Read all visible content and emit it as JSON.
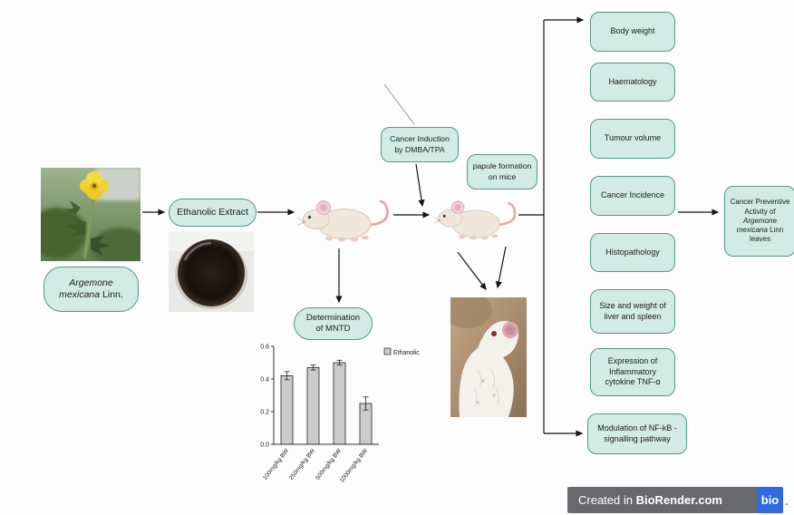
{
  "boxes": {
    "plant_italic": "Argemone mexicana",
    "plant_regular": "Linn.",
    "ethanolic_extract": "Ethanolic Extract",
    "mntd_l1": "Determination",
    "mntd_l2": "of MNTD",
    "cancer_induction_l1": "Cancer Induction",
    "cancer_induction_l2": "by DMBA/TPA",
    "papule_l1": "papule formation",
    "papule_l2": "on mice",
    "final_l1": "Cancer Preventive Activity of",
    "final_italic": "Argemone mexicana",
    "final_l2": "Linn leaves"
  },
  "outcomes": [
    "Body weight",
    "Haematology",
    "Tumour volume",
    "Cancer Incidence",
    "Histopathology",
    "Size and weight of liver and spleen",
    "Expression of Inflammatory cytokine TNF-α",
    "Modulation of NF-kB -signalling pathway"
  ],
  "badge": {
    "prefix": "Created in",
    "brand": "BioRender.com",
    "logo": "bio",
    "period": "."
  },
  "chart_data": {
    "type": "bar",
    "title": "",
    "xlabel": "",
    "ylabel": "",
    "categories": [
      "100mg/kg BW",
      "250mg/kg BW",
      "500mg/kg BW",
      "1000mg/kg BW"
    ],
    "values": [
      0.42,
      0.47,
      0.5,
      0.25
    ],
    "errors": [
      0.025,
      0.015,
      0.015,
      0.04
    ],
    "legend": [
      "Ethanolic"
    ],
    "legend_position": "top-right",
    "ylim": [
      0.0,
      0.6
    ],
    "yticks": [
      0.0,
      0.2,
      0.4,
      0.6
    ],
    "grid": false,
    "bar_color": "#cbcbcb"
  },
  "colors": {
    "box_fill": "#d2ebe4",
    "box_border": "#55978d",
    "badge_bg": "#67696c",
    "logo_blue": "#2e6bdf",
    "bar_fill": "#cbcbcb"
  }
}
